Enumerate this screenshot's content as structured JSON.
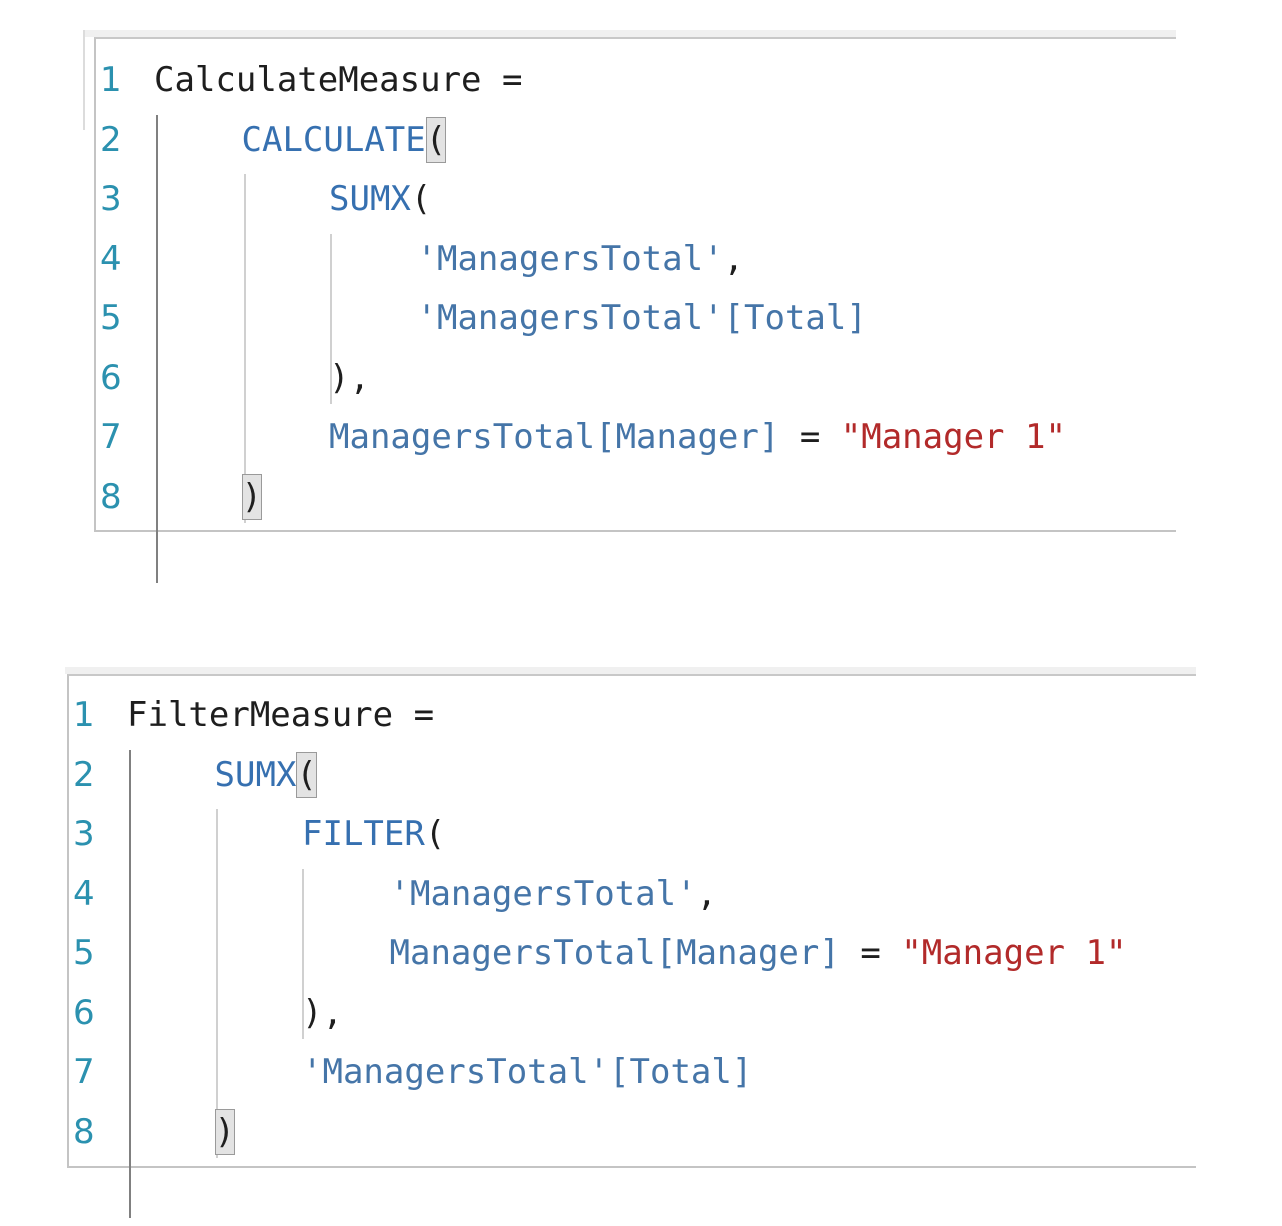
{
  "editors": [
    {
      "measure_name": "CalculateMeasure",
      "lines": [
        {
          "num": "1",
          "tokens": [
            {
              "t": "CalculateMeasure",
              "c": "plain"
            },
            {
              "t": " =",
              "c": "plain"
            }
          ]
        },
        {
          "num": "2",
          "tokens": [
            {
              "t": "CALCULATE",
              "c": "fn"
            },
            {
              "t": "(",
              "c": "plain",
              "hl": true
            }
          ]
        },
        {
          "num": "3",
          "tokens": [
            {
              "t": "SUMX",
              "c": "fn"
            },
            {
              "t": "(",
              "c": "plain"
            }
          ]
        },
        {
          "num": "4",
          "tokens": [
            {
              "t": "'ManagersTotal'",
              "c": "tbl"
            },
            {
              "t": ",",
              "c": "plain"
            }
          ]
        },
        {
          "num": "5",
          "tokens": [
            {
              "t": "'ManagersTotal'[Total]",
              "c": "tbl"
            }
          ]
        },
        {
          "num": "6",
          "tokens": [
            {
              "t": "),",
              "c": "plain"
            }
          ]
        },
        {
          "num": "7",
          "tokens": [
            {
              "t": "ManagersTotal[Manager]",
              "c": "tbl"
            },
            {
              "t": " = ",
              "c": "plain"
            },
            {
              "t": "\"Manager 1\"",
              "c": "str"
            }
          ]
        },
        {
          "num": "8",
          "tokens": [
            {
              "t": ")",
              "c": "plain",
              "hl": true
            }
          ]
        }
      ]
    },
    {
      "measure_name": "FilterMeasure",
      "lines": [
        {
          "num": "1",
          "tokens": [
            {
              "t": "FilterMeasure",
              "c": "plain"
            },
            {
              "t": " =",
              "c": "plain"
            }
          ]
        },
        {
          "num": "2",
          "tokens": [
            {
              "t": "SUMX",
              "c": "fn"
            },
            {
              "t": "(",
              "c": "plain",
              "hl": true
            }
          ]
        },
        {
          "num": "3",
          "tokens": [
            {
              "t": "FILTER",
              "c": "fn"
            },
            {
              "t": "(",
              "c": "plain"
            }
          ]
        },
        {
          "num": "4",
          "tokens": [
            {
              "t": "'ManagersTotal'",
              "c": "tbl"
            },
            {
              "t": ",",
              "c": "plain"
            }
          ]
        },
        {
          "num": "5",
          "tokens": [
            {
              "t": "ManagersTotal[Manager]",
              "c": "tbl"
            },
            {
              "t": " = ",
              "c": "plain"
            },
            {
              "t": "\"Manager 1\"",
              "c": "str"
            }
          ]
        },
        {
          "num": "6",
          "tokens": [
            {
              "t": "),",
              "c": "plain"
            }
          ]
        },
        {
          "num": "7",
          "tokens": [
            {
              "t": "'ManagersTotal'[Total]",
              "c": "tbl"
            }
          ]
        },
        {
          "num": "8",
          "tokens": [
            {
              "t": ")",
              "c": "plain",
              "hl": true
            }
          ]
        }
      ]
    }
  ],
  "colors": {
    "line_number": "#2b91af",
    "function": "#3670b0",
    "table_column": "#4575a8",
    "string": "#b22a2a",
    "plain": "#1e1e1e"
  }
}
